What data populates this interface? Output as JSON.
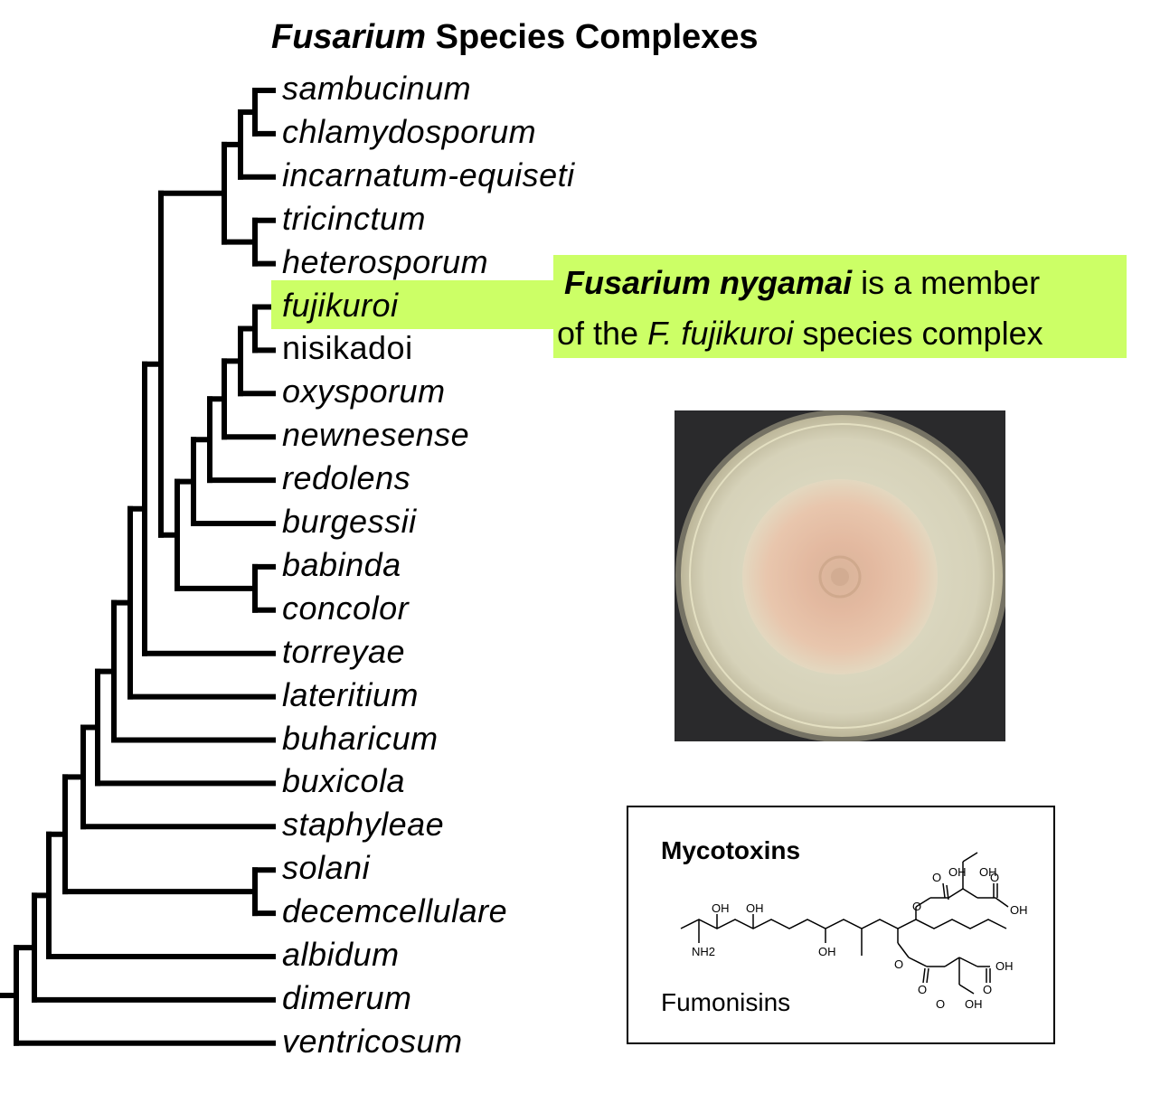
{
  "title": {
    "italic": "Fusarium",
    "rest": " Species Complexes"
  },
  "species": [
    "sambucinum",
    "chlamydosporum",
    "incarnatum-equiseti",
    "tricinctum",
    "heterosporum",
    "fujikuroi",
    "nisikadoi",
    "oxysporum",
    "newnesense",
    "redolens",
    "burgessii",
    "babinda",
    "concolor",
    "torreyae",
    "lateritium",
    "buharicum",
    "buxicola",
    "staphyleae",
    "solani",
    "decemcellulare",
    "albidum",
    "dimerum",
    "ventricosum"
  ],
  "highlighted_species": "fujikuroi",
  "highlight_color": "#ccff66",
  "callout": {
    "bold_italic": "Fusarium nygamai",
    "text1": " is a member",
    "text2a": "of the ",
    "italic": "F. fujikuroi",
    "text2b": " species complex"
  },
  "photo": {
    "description_icon": "petri-dish-culture-photo"
  },
  "mycotoxins": {
    "title": "Mycotoxins",
    "compound": "Fumonisins",
    "atom_labels": [
      "OH",
      "OH",
      "OH",
      "O",
      "OH",
      "O",
      "O",
      "OH",
      "NH2",
      "OH",
      "O",
      "O",
      "OH",
      "O",
      "O",
      "OH"
    ]
  }
}
